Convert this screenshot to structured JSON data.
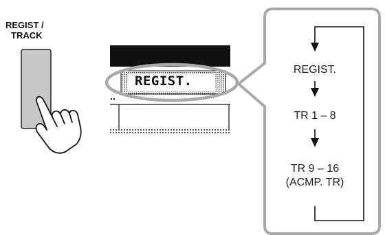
{
  "button": {
    "label_line1": "REGIST /",
    "label_line2": "TRACK"
  },
  "display": {
    "highlighted_text": "REGIST."
  },
  "sequence": {
    "steps": [
      "REGIST.",
      "TR 1 – 8",
      "TR 9 – 16",
      "(ACMP. TR)"
    ]
  },
  "colors": {
    "button_fill": "#c7c7c7",
    "highlight_ring": "#a9a9a9",
    "callout_border": "#a9a9a9",
    "display_top": "#111111"
  }
}
